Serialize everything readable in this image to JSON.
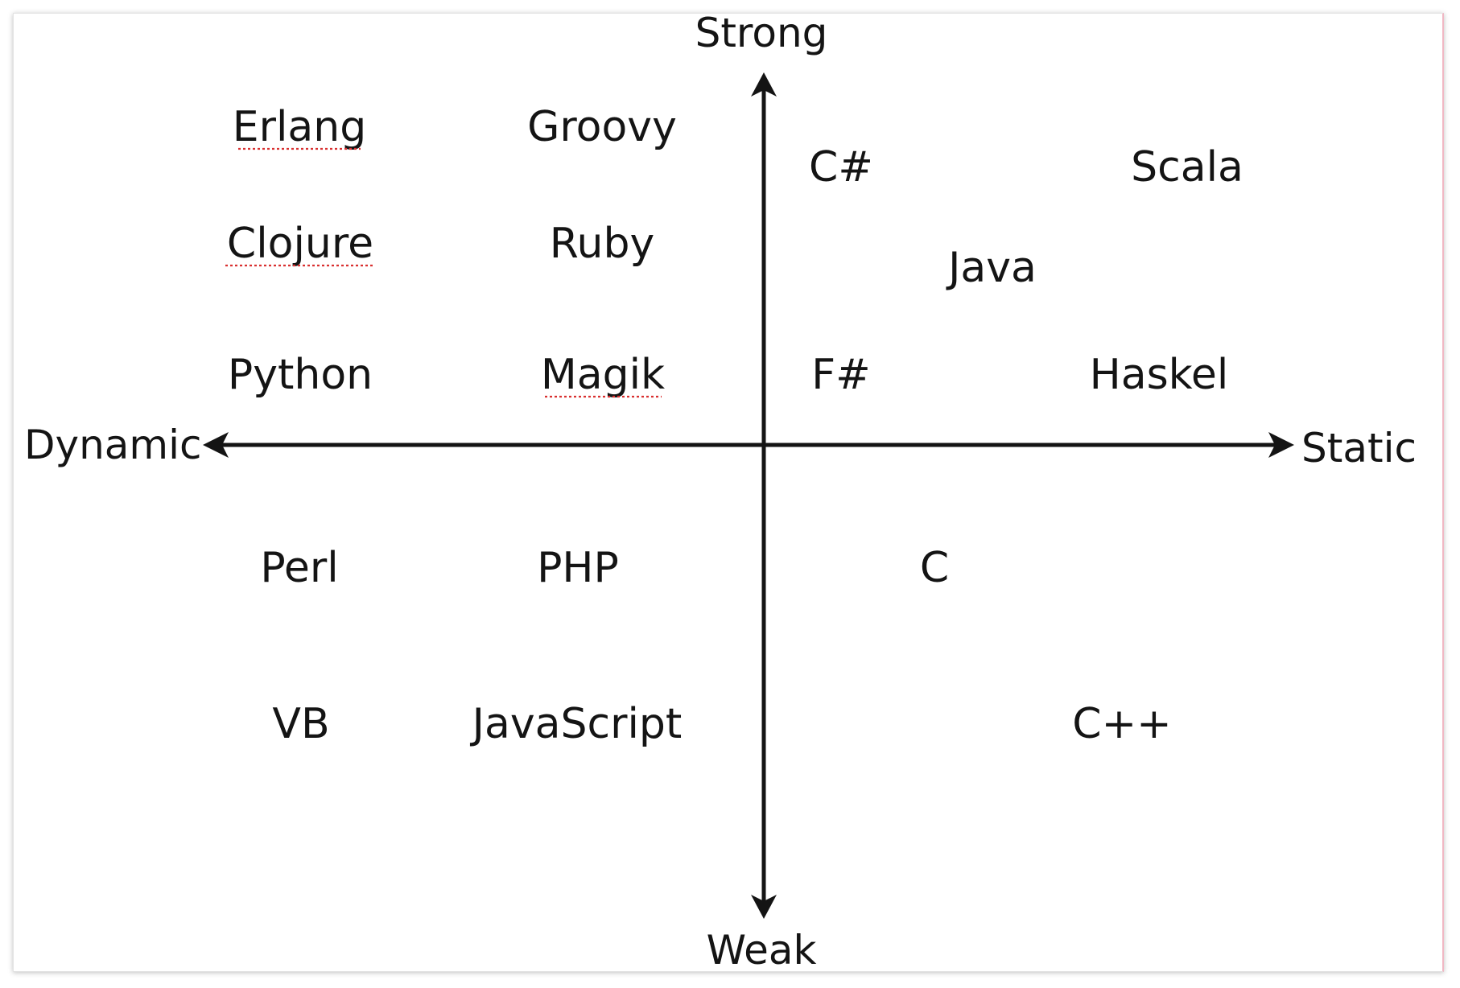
{
  "axes": {
    "top": "Strong",
    "bottom": "Weak",
    "left": "Dynamic",
    "right": "Static"
  },
  "languages": {
    "erlang": "Erlang",
    "groovy": "Groovy",
    "csharp": "C#",
    "scala": "Scala",
    "clojure": "Clojure",
    "ruby": "Ruby",
    "java": "Java",
    "python": "Python",
    "magik": "Magik",
    "fsharp": "F#",
    "haskel": "Haskel",
    "perl": "Perl",
    "php": "PHP",
    "c": "C",
    "vb": "VB",
    "javascript": "JavaScript",
    "cpp": "C++"
  },
  "colors": {
    "ink": "#141414",
    "spellcheck_underline": "#d93030",
    "frame_edge": "#f0b8c4"
  }
}
